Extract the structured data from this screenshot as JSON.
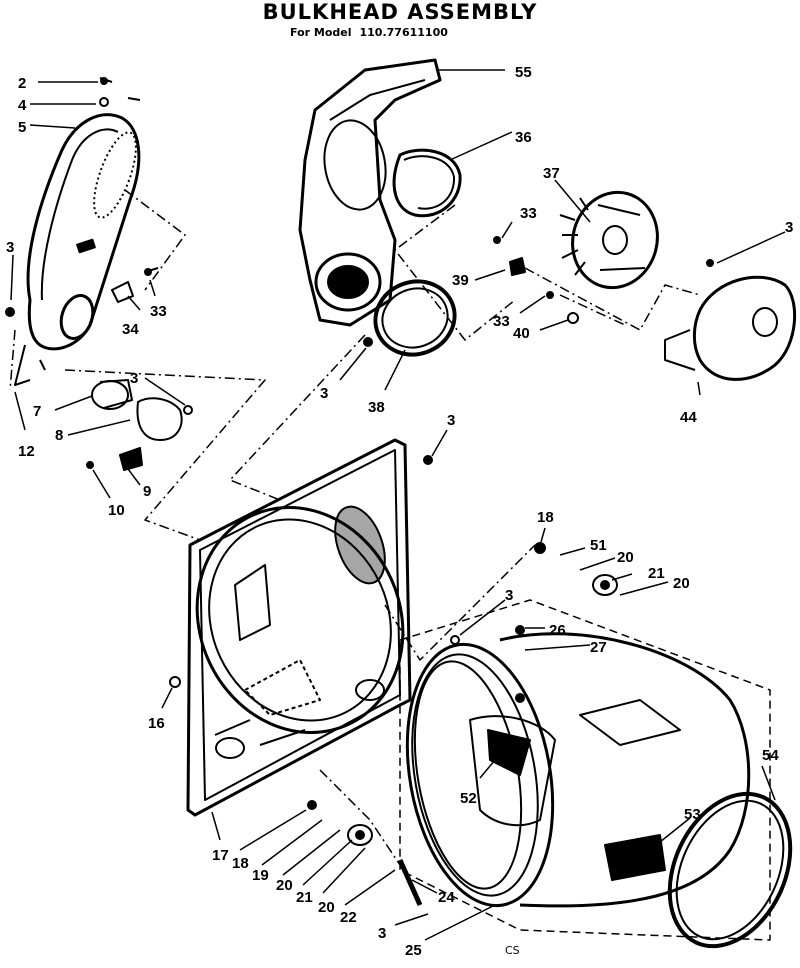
{
  "header": {
    "title": "BULKHEAD ASSEMBLY",
    "subtitle_prefix": "For Model",
    "model_number": "110.77611100"
  },
  "callouts": [
    "2",
    "4",
    "5",
    "3",
    "12",
    "34",
    "33",
    "7",
    "3",
    "8",
    "9",
    "10",
    "55",
    "36",
    "37",
    "33",
    "3",
    "39",
    "33",
    "40",
    "44",
    "3",
    "38",
    "3",
    "18",
    "51",
    "20",
    "21",
    "20",
    "3",
    "26",
    "27",
    "16",
    "54",
    "52",
    "53",
    "17",
    "18",
    "19",
    "20",
    "21",
    "20",
    "22",
    "24",
    "3",
    "25"
  ],
  "footer": "CS"
}
